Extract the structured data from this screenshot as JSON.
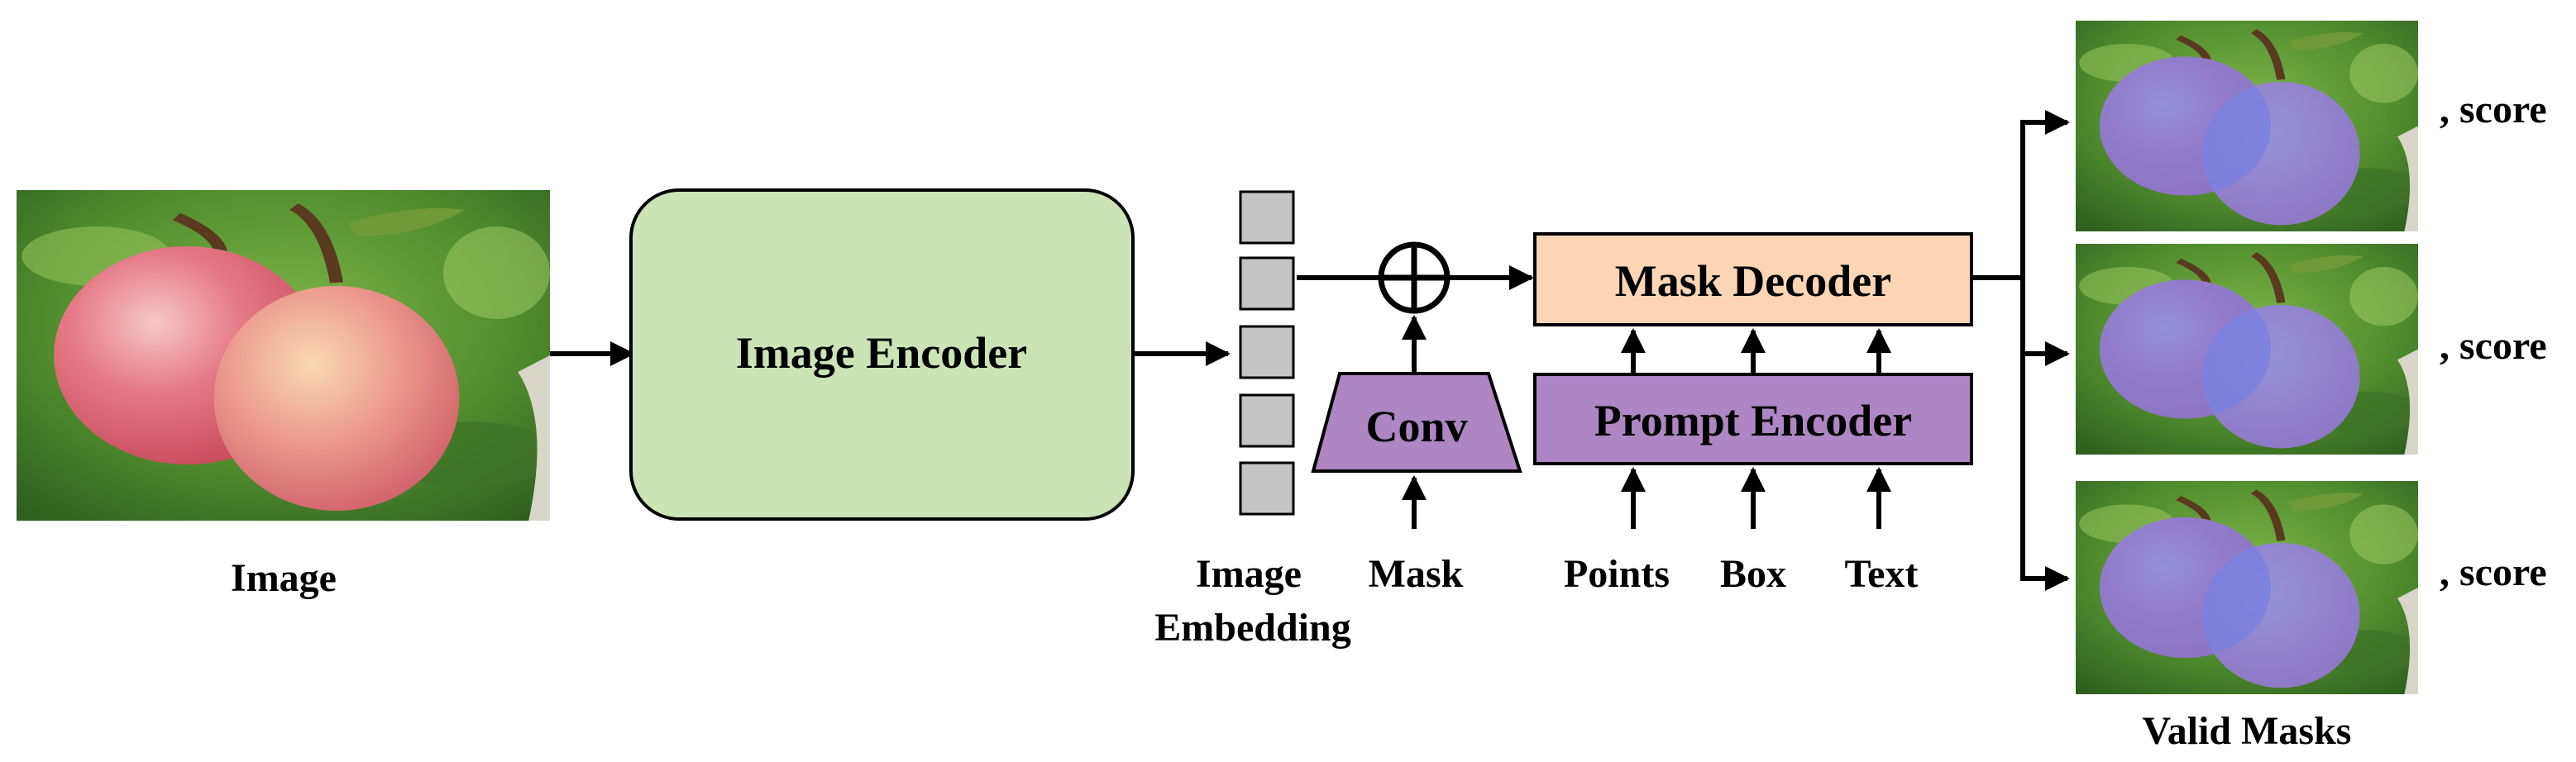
{
  "input_image": {
    "caption": "Image"
  },
  "image_encoder": {
    "label": "Image Encoder",
    "color": "#cbe3b5"
  },
  "embedding": {
    "caption_line1": "Image",
    "caption_line2": "Embedding",
    "cell_count": 5,
    "color": "#c4c4c4"
  },
  "conv": {
    "label": "Conv",
    "color": "#ae86c3",
    "input_caption": "Mask"
  },
  "mask_decoder": {
    "label": "Mask Decoder",
    "color": "#fbd5b5"
  },
  "prompt_encoder": {
    "label": "Prompt Encoder",
    "color": "#ae86c3",
    "inputs": [
      "Points",
      "Box",
      "Text"
    ]
  },
  "outputs": {
    "caption": "Valid Masks",
    "score_labels": [
      ", score",
      ", score",
      ", score"
    ],
    "mask_overlay_color": "#7a7fe0"
  }
}
